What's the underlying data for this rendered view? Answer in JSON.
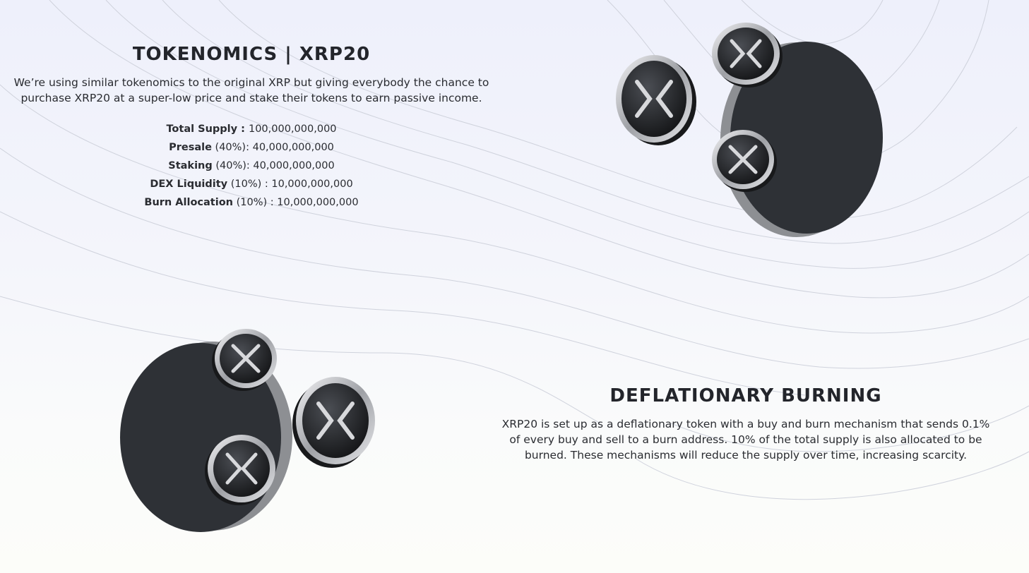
{
  "tokenomics": {
    "title": "TOKENOMICS | XRP20",
    "description": "We’re using similar tokenomics to the original XRP but giving everybody the chance to purchase XRP20 at a super-low price and stake their tokens to earn passive income.",
    "rows": [
      {
        "label": "Total Supply",
        "sep": " : ",
        "value": "100,000,000,000"
      },
      {
        "label": "Presale",
        "pct": "(40%):",
        "value": " 40,000,000,000"
      },
      {
        "label": "Staking",
        "pct": "(40%):",
        "value": " 40,000,000,000"
      },
      {
        "label": "DEX Liquidity",
        "pct": "(10%) :",
        "value": " 10,000,000,000"
      },
      {
        "label": "Burn Allocation",
        "pct": "(10%) :",
        "value": " 10,000,000,000"
      }
    ]
  },
  "burning": {
    "title": "DEFLATIONARY BURNING",
    "description": "XRP20 is set up as a deflationary token with a buy and burn mechanism that sends 0.1% of every buy and sell to a burn address. 10% of the total supply is also allocated to be burned. These mechanisms will reduce the supply over time, increasing scarcity."
  },
  "art": {
    "coin_icon": "x-logo-icon",
    "disc_color": "#2e3136",
    "coin_face_color": "#1f2124",
    "coin_rim_color": "#d9dadd"
  }
}
